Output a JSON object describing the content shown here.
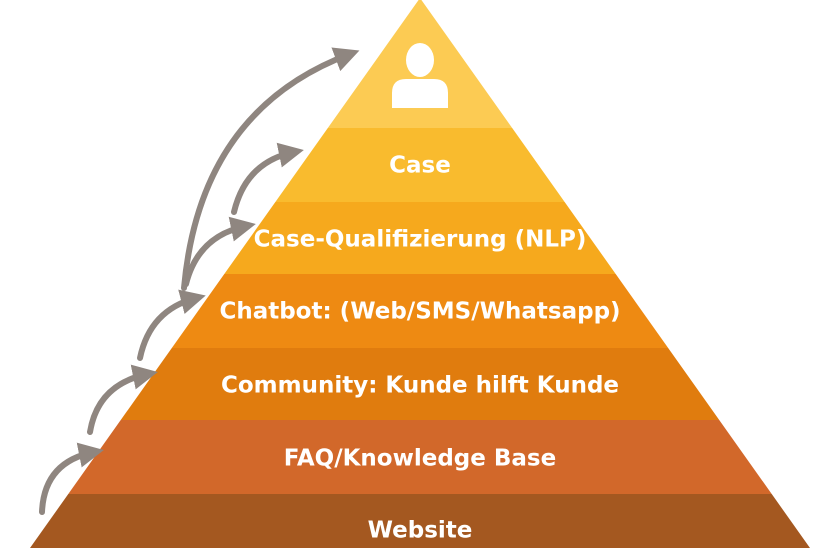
{
  "pyramid": {
    "top_icon": "user-icon",
    "top_color": "#FCCB53",
    "tiers": [
      {
        "label": "Case",
        "color": "#F9BB2E"
      },
      {
        "label": "Case-Qualifizierung (NLP)",
        "color": "#F6A91D"
      },
      {
        "label": "Chatbot: (Web/SMS/Whatsapp)",
        "color": "#EE8A12"
      },
      {
        "label": "Community: Kunde hilft Kunde",
        "color": "#E07C0E"
      },
      {
        "label": "FAQ/Knowledge Base",
        "color": "#D2682A"
      },
      {
        "label": "Website",
        "color": "#A45820"
      }
    ],
    "arrow_color": "#8F8680"
  }
}
